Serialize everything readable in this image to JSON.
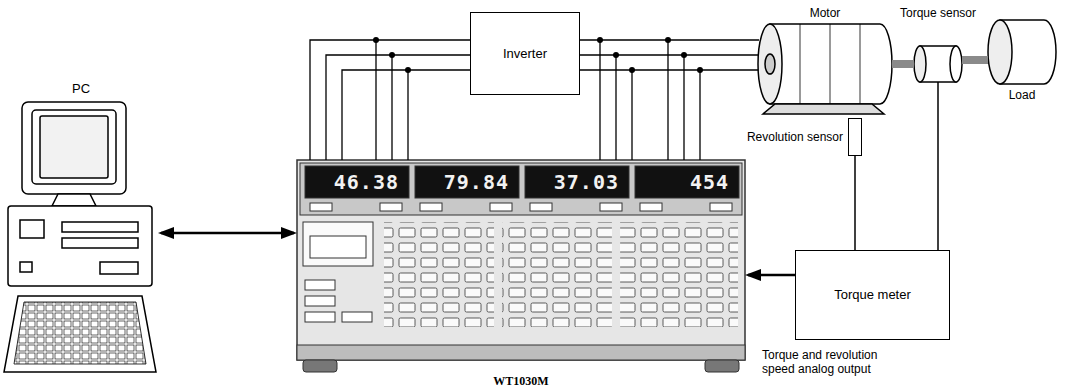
{
  "diagram": {
    "nodes": [
      {
        "text": [
          "Inverter"
        ]
      },
      {
        "text": [
          "Motor"
        ]
      },
      {
        "text": [
          "Torque sensor"
        ]
      },
      {
        "text": [
          "Load"
        ]
      },
      {
        "text": [
          "PC"
        ]
      },
      {
        "text": [
          "Revolution sensor"
        ]
      },
      {
        "text": [
          "WT1030M"
        ]
      },
      {
        "text": [
          "Torque meter"
        ]
      }
    ],
    "edges": [
      {
        "from": 0,
        "to": 1,
        "arrow": "none"
      },
      {
        "from": 1,
        "to": 2,
        "arrow": "none"
      },
      {
        "from": 2,
        "to": 3,
        "arrow": "none"
      },
      {
        "from": 4,
        "to": 6,
        "arrow": "both"
      },
      {
        "from": 5,
        "to": 7,
        "arrow": "none"
      },
      {
        "from": 2,
        "to": 7,
        "arrow": "none"
      },
      {
        "from": 7,
        "to": 6,
        "arrow": "to"
      }
    ],
    "labels": [
      "46.38",
      "79.84",
      "37.03",
      "454",
      "Torque and revolution speed analog output"
    ]
  }
}
